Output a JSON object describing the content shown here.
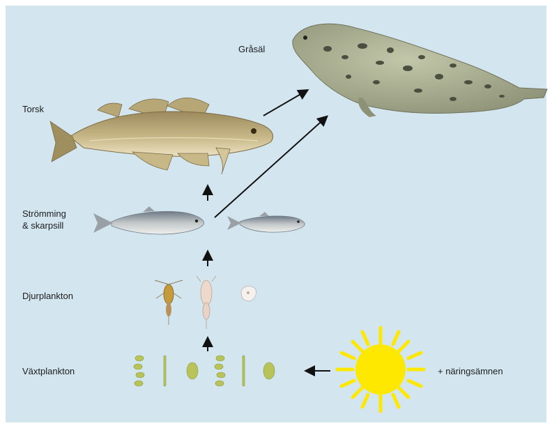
{
  "title": "",
  "levels": {
    "seal": "Gråsäl",
    "cod": "Torsk",
    "herring_line1": "Strömming",
    "herring_line2": "& skarpsill",
    "zooplankton": "Djurplankton",
    "phytoplankton": "Växtplankton",
    "nutrients": "+ näringsämnen"
  },
  "colors": {
    "background": "#d3e6ef",
    "sun": "#ffe800",
    "arrow": "#111111",
    "cod_body": "#b6a473",
    "seal_body": "#a4a98c",
    "herring_body": "#aeb3b4",
    "plankton_green": "#b8c45a"
  },
  "icons": [
    "seal-illustration",
    "cod-illustration",
    "herring-illustration",
    "sprat-illustration",
    "zooplankton-illustration",
    "phytoplankton-illustration",
    "sun-icon",
    "arrow-icon"
  ]
}
